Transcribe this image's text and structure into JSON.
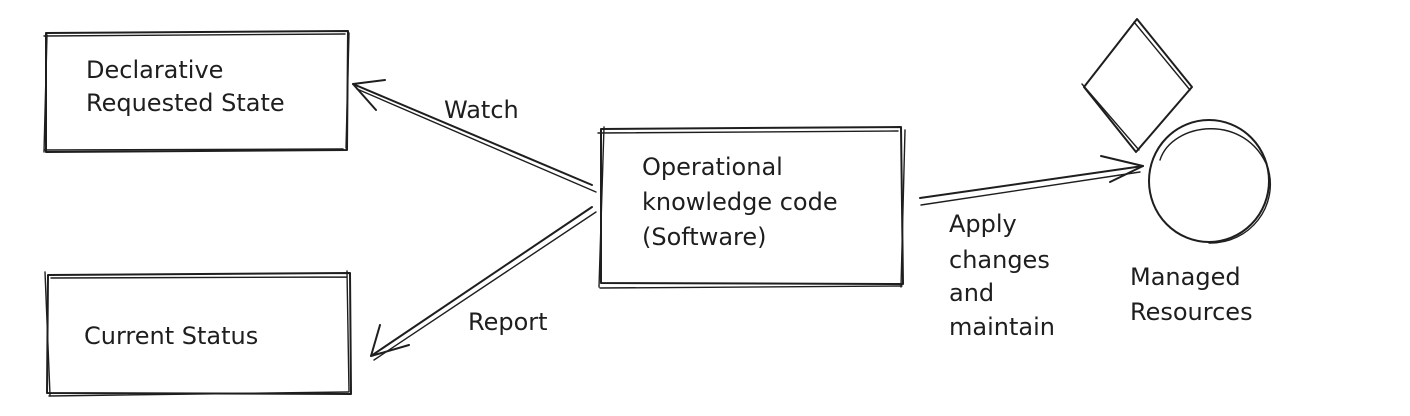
{
  "diagram": {
    "boxes": {
      "requested_state": [
        "Declarative",
        "Requested State"
      ],
      "current_status": [
        "Current Status"
      ],
      "operator": [
        "Operational",
        "knowledge code",
        "(Software)"
      ]
    },
    "edges": {
      "watch": "Watch",
      "report": "Report",
      "apply": [
        "Apply",
        "changes",
        "and",
        "maintain"
      ]
    },
    "resources_label": [
      "Managed",
      "Resources"
    ]
  }
}
